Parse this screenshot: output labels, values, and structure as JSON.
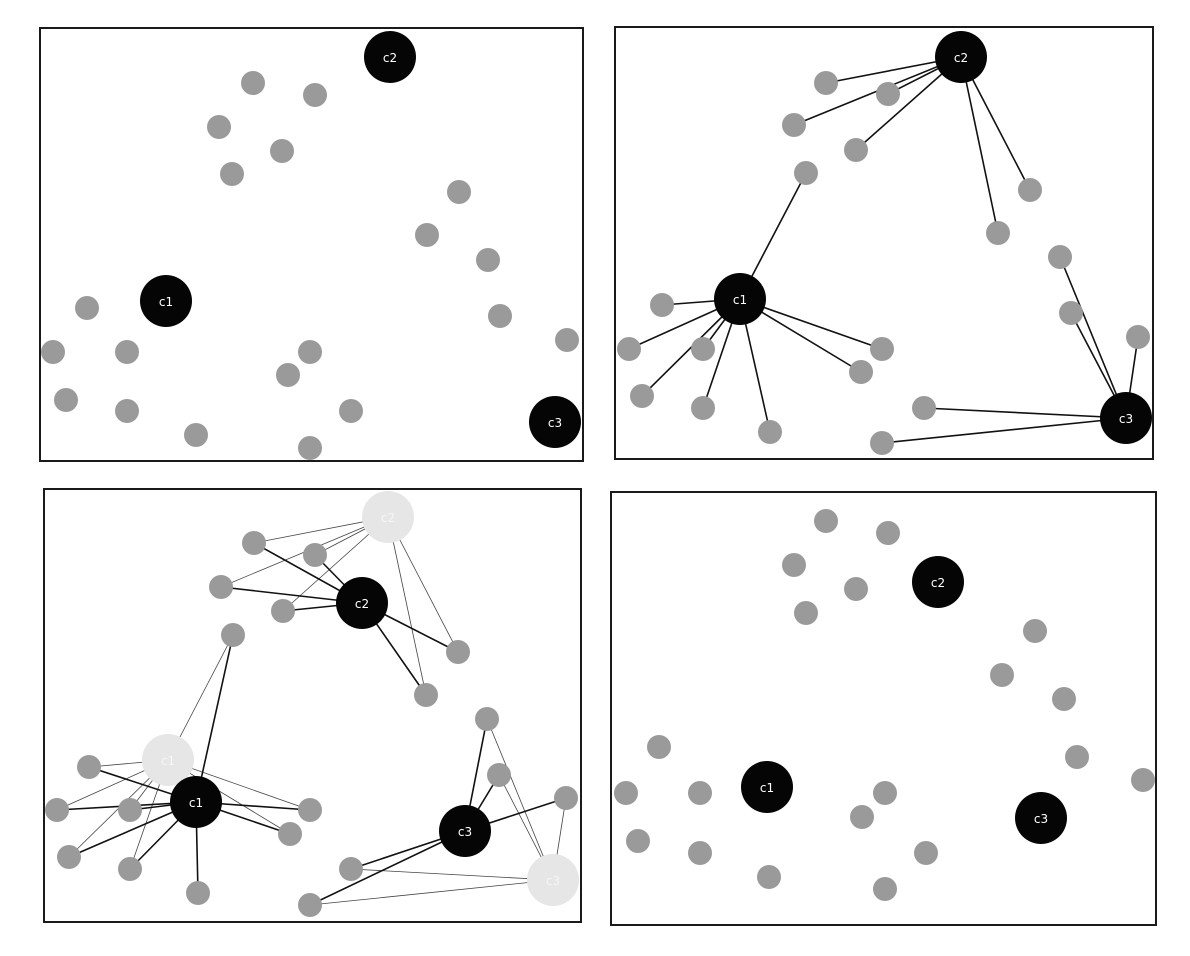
{
  "colors": {
    "point": "#9a9a9a",
    "centroid": "#050505",
    "ghost_centroid": "#e6e6e6",
    "frame": "#1a1a1a",
    "centroid_label": "#ffffff"
  },
  "centroid_labels": {
    "c1": "c1",
    "c2": "c2",
    "c3": "c3"
  }
}
